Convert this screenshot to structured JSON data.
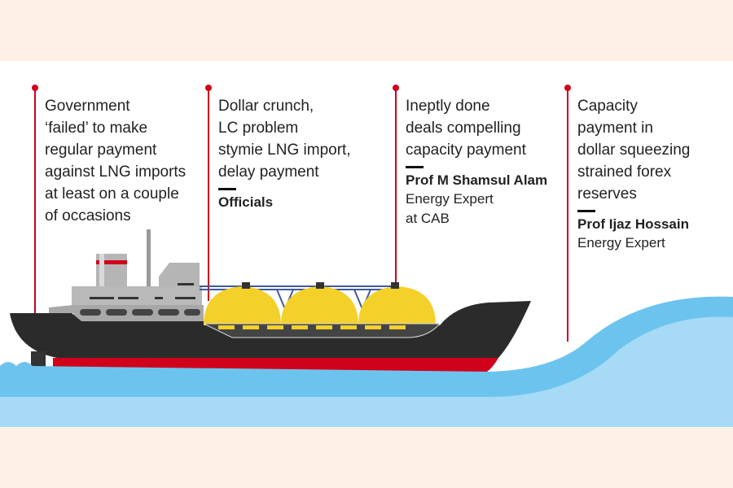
{
  "colors": {
    "accent": "#d0021b",
    "water_dark": "#6cc4ee",
    "water_light": "#a7daf5",
    "hull": "#2b2b2b",
    "tank": "#f4d02a",
    "background": "#fdf1e5"
  },
  "statements": [
    {
      "lines": [
        "Government",
        "‘failed’ to make",
        "regular payment",
        "against LNG imports",
        "at least on a couple",
        "of occasions"
      ]
    },
    {
      "lines": [
        "Dollar crunch,",
        "LC problem",
        "stymie LNG import,",
        "delay payment"
      ],
      "source": "Officials"
    },
    {
      "lines": [
        "Ineptly done",
        "deals compelling",
        "capacity payment"
      ],
      "source": "Prof M Shamsul Alam",
      "role": [
        "Energy Expert",
        "at CAB"
      ]
    },
    {
      "lines": [
        "Capacity",
        "payment in",
        "dollar squeezing",
        "strained forex",
        "reserves"
      ],
      "source": "Prof Ijaz Hossain",
      "role": [
        "Energy Expert"
      ]
    }
  ]
}
